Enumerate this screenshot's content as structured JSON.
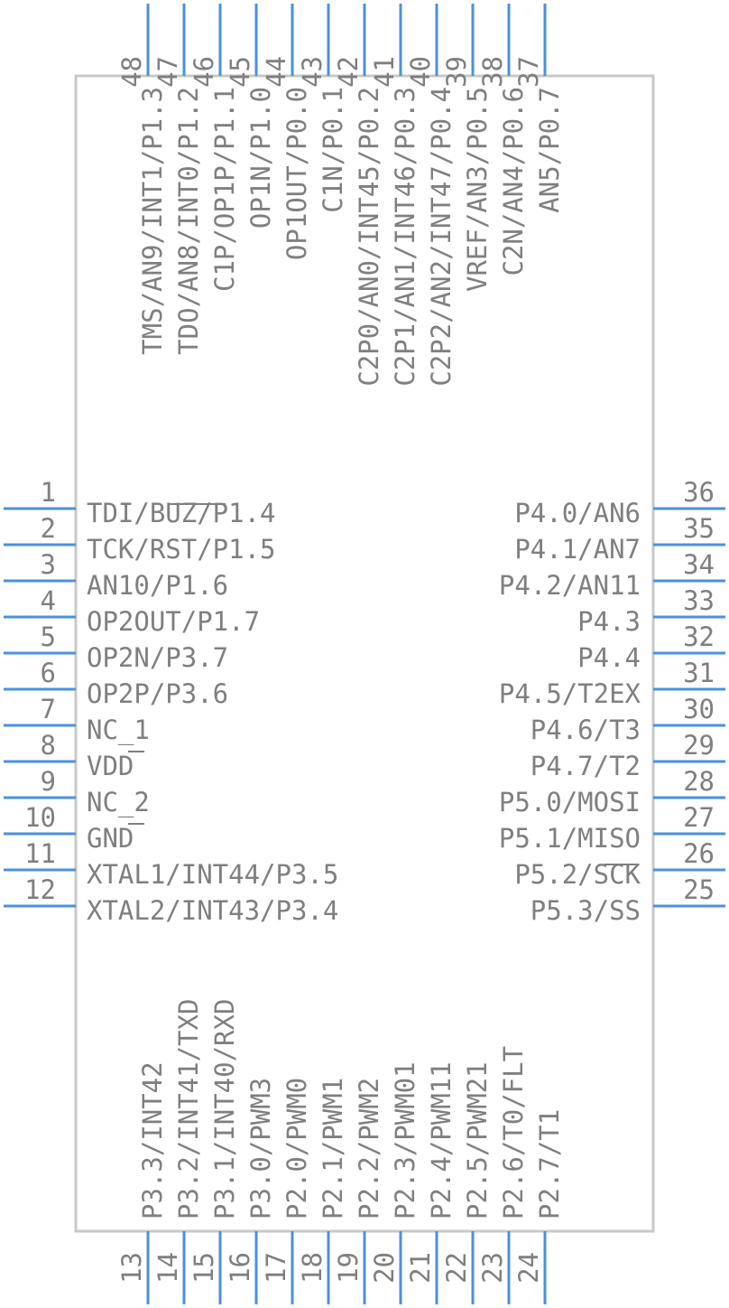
{
  "pins": {
    "left": [
      {
        "num": "1",
        "label": "TDI/BUZ/P1.4"
      },
      {
        "num": "2",
        "label": "TCK/RST/P1.5"
      },
      {
        "num": "3",
        "label": "AN10/P1.6"
      },
      {
        "num": "4",
        "label": "OP2OUT/P1.7"
      },
      {
        "num": "5",
        "label": "OP2N/P3.7"
      },
      {
        "num": "6",
        "label": "OP2P/P3.6"
      },
      {
        "num": "7",
        "label": "NC_1"
      },
      {
        "num": "8",
        "label": "VDD"
      },
      {
        "num": "9",
        "label": "NC_2"
      },
      {
        "num": "10",
        "label": "GND"
      },
      {
        "num": "11",
        "label": "XTAL1/INT44/P3.5"
      },
      {
        "num": "12",
        "label": "XTAL2/INT43/P3.4"
      }
    ],
    "right": [
      {
        "num": "36",
        "label": "P4.0/AN6"
      },
      {
        "num": "35",
        "label": "P4.1/AN7"
      },
      {
        "num": "34",
        "label": "P4.2/AN11"
      },
      {
        "num": "33",
        "label": "P4.3"
      },
      {
        "num": "32",
        "label": "P4.4"
      },
      {
        "num": "31",
        "label": "P4.5/T2EX"
      },
      {
        "num": "30",
        "label": "P4.6/T3"
      },
      {
        "num": "29",
        "label": "P4.7/T2"
      },
      {
        "num": "28",
        "label": "P5.0/MOSI"
      },
      {
        "num": "27",
        "label": "P5.1/MISO"
      },
      {
        "num": "26",
        "label": "P5.2/SCK"
      },
      {
        "num": "25",
        "label": "P5.3/SS"
      }
    ],
    "top": [
      {
        "num": "48",
        "label": "TMS/AN9/INT1/P1.3"
      },
      {
        "num": "47",
        "label": "TDO/AN8/INT0/P1.2"
      },
      {
        "num": "46",
        "label": "C1P/OP1P/P1.1"
      },
      {
        "num": "45",
        "label": "OP1N/P1.0"
      },
      {
        "num": "44",
        "label": "OP1OUT/P0.0"
      },
      {
        "num": "43",
        "label": "C1N/P0.1"
      },
      {
        "num": "42",
        "label": "C2P0/AN0/INT45/P0.2"
      },
      {
        "num": "41",
        "label": "C2P1/AN1/INT46/P0.3"
      },
      {
        "num": "40",
        "label": "C2P2/AN2/INT47/P0.4"
      },
      {
        "num": "39",
        "label": "VREF/AN3/P0.5"
      },
      {
        "num": "38",
        "label": "C2N/AN4/P0.6"
      },
      {
        "num": "37",
        "label": "AN5/P0.7"
      }
    ],
    "bottom": [
      {
        "num": "13",
        "label": "P3.3/INT42"
      },
      {
        "num": "14",
        "label": "P3.2/INT41/TXD"
      },
      {
        "num": "15",
        "label": "P3.1/INT40/RXD"
      },
      {
        "num": "16",
        "label": "P3.0/PWM3"
      },
      {
        "num": "17",
        "label": "P2.0/PWM0"
      },
      {
        "num": "18",
        "label": "P2.1/PWM1"
      },
      {
        "num": "19",
        "label": "P2.2/PWM2"
      },
      {
        "num": "20",
        "label": "P2.3/PWM01"
      },
      {
        "num": "21",
        "label": "P2.4/PWM11"
      },
      {
        "num": "22",
        "label": "P2.5/PWM21"
      },
      {
        "num": "23",
        "label": "P2.6/T0/FLT"
      },
      {
        "num": "24",
        "label": "P2.7/T1"
      }
    ]
  },
  "colors": {
    "pin_line": "#4a90e2",
    "body_outline": "#c8c8c8",
    "text": "#7f7f7f"
  }
}
